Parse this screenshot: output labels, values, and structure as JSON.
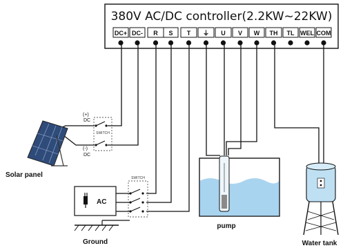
{
  "controller": {
    "title": "380V AC/DC controller(2.2KW~22KW)",
    "terminals": [
      "DC+",
      "DC-",
      "R",
      "S",
      "T",
      "⏚",
      "U",
      "V",
      "W",
      "TH",
      "TL",
      "WEL",
      "COM"
    ]
  },
  "solar": {
    "label": "Solar panel",
    "pos_sign": "(+)",
    "pos_text": "DC",
    "neg_sign": "(-)",
    "neg_text": "DC",
    "switch_label": "SWITCH"
  },
  "ac": {
    "label": "AC",
    "switch_label": "SWITCH"
  },
  "ground": {
    "label": "Ground"
  },
  "pump": {
    "label": "pump"
  },
  "tank": {
    "label": "Water tank"
  }
}
